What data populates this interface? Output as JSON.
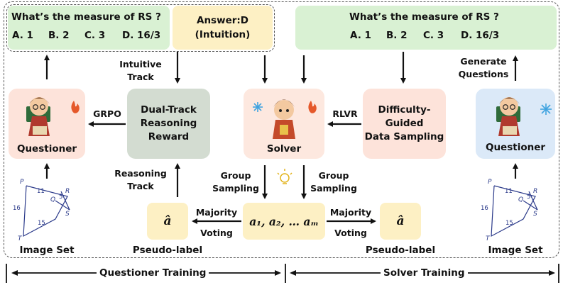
{
  "question_left": {
    "text": "What’s the measure of RS ?",
    "options": [
      "A. 1",
      "B. 2",
      "C. 3",
      "D. 16/3"
    ]
  },
  "answer_box": {
    "line1": "Answer:D",
    "line2": "(Intuition)"
  },
  "question_right": {
    "text": "What’s the measure of RS ?",
    "options": [
      "A. 1",
      "B. 2",
      "C. 3",
      "D. 16/3"
    ]
  },
  "labels": {
    "intuitive_track_1": "Intuitive",
    "intuitive_track_2": "Track",
    "generate_questions_1": "Generate",
    "generate_questions_2": "Questions",
    "grpo": "GRPO",
    "rlvr": "RLVR",
    "reasoning_track_1": "Reasoning",
    "reasoning_track_2": "Track",
    "group_sampling_left_1": "Group",
    "group_sampling_left_2": "Sampling",
    "group_sampling_right_1": "Group",
    "group_sampling_right_2": "Sampling",
    "majority_voting_left_1": "Majority",
    "majority_voting_left_2": "Voting",
    "majority_voting_right_1": "Majority",
    "majority_voting_right_2": "Voting",
    "pseudo_label_left": "Pseudo-label",
    "pseudo_label_right": "Pseudo-label",
    "image_set_left": "Image Set",
    "image_set_right": "Image Set"
  },
  "boxes": {
    "questioner_left": "Questioner",
    "dual_track_1": "Dual-Track",
    "dual_track_2": "Reasoning",
    "dual_track_3": "Reward",
    "solver": "Solver",
    "difficulty_1": "Difficulty-",
    "difficulty_2": "Guided",
    "difficulty_3": "Data Sampling",
    "questioner_right": "Questioner",
    "answer_hat": "â",
    "samples": "a₁, a₂, … aₘ"
  },
  "triangle": {
    "p": "P",
    "r": "R",
    "q": "Q",
    "s": "S",
    "t": "T",
    "e11": "11",
    "e5": "5",
    "e16": "16",
    "e15": "15"
  },
  "bottom": {
    "left": "Questioner Training",
    "right": "Solver Training"
  },
  "colors": {
    "green_light": "#d9f1d3",
    "yellow_light": "#fdf0c4",
    "pink_light": "#fde3da",
    "gray_green": "#d3dcd1",
    "pink_solver": "#fde8df",
    "blue_light": "#dbe9f8",
    "fire": "#e5582a",
    "snow": "#3fa3e0"
  }
}
